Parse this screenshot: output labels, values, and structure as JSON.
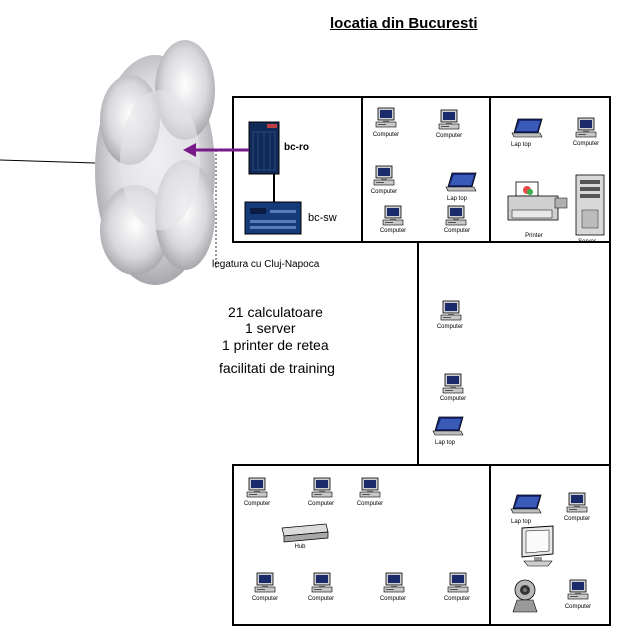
{
  "title": "locatia din Bucuresti",
  "devices": {
    "router": "bc-ro",
    "switch": "bc-sw",
    "hub": "Hub",
    "printer": "Printer",
    "server": "Server"
  },
  "link_label": "legatura cu Cluj-Napoca",
  "stats": [
    "21 calculatoare",
    "1 server",
    "1 printer de retea",
    "facilitati de training"
  ],
  "labels": {
    "computer": "Computer",
    "laptop": "Lap top"
  },
  "colors": {
    "link_arrow": "#7a1a8a",
    "router": "#0f2a57",
    "switch": "#143a7a",
    "wall": "#000000"
  }
}
